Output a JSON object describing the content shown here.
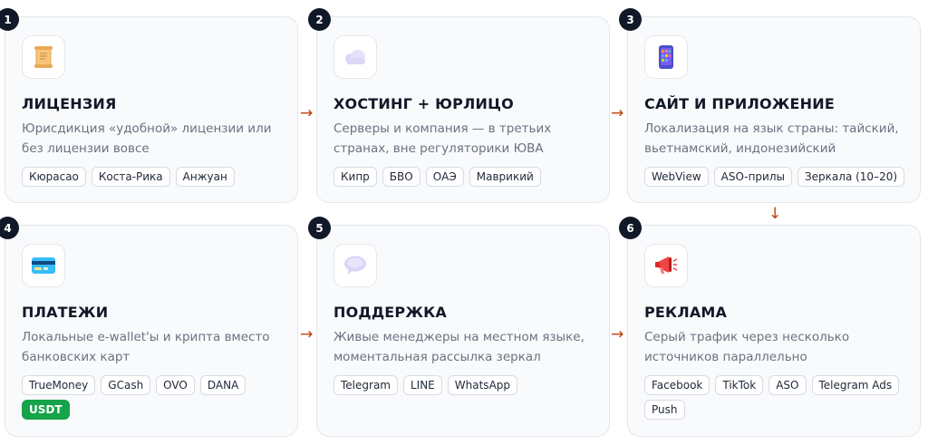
{
  "steps": [
    {
      "number": "1",
      "title": "ЛИЦЕНЗИЯ",
      "description": "Юрисдикция «удобной» лицензии или без лицензии вовсе",
      "icon": "scroll-icon",
      "tags": [
        {
          "label": "Кюрасао"
        },
        {
          "label": "Коста-Рика"
        },
        {
          "label": "Анжуан"
        }
      ]
    },
    {
      "number": "2",
      "title": "ХОСТИНГ + ЮРЛИЦО",
      "description": "Серверы и компания — в третьих странах, вне регуляторики ЮВА",
      "icon": "cloud-icon",
      "tags": [
        {
          "label": "Кипр"
        },
        {
          "label": "БВО"
        },
        {
          "label": "ОАЭ"
        },
        {
          "label": "Маврикий"
        }
      ]
    },
    {
      "number": "3",
      "title": "САЙТ И ПРИЛОЖЕНИЕ",
      "description": "Локализация на язык страны: тайский, вьетнамский, индонезийский",
      "icon": "smartphone-icon",
      "tags": [
        {
          "label": "WebView"
        },
        {
          "label": "ASO-прилы"
        },
        {
          "label": "Зеркала (10–20)"
        }
      ]
    },
    {
      "number": "4",
      "title": "ПЛАТЕЖИ",
      "description": "Локальные e-wallet'ы и крипта вместо банковских карт",
      "icon": "credit-card-icon",
      "tags": [
        {
          "label": "TrueMoney"
        },
        {
          "label": "GCash"
        },
        {
          "label": "OVO"
        },
        {
          "label": "DANA"
        },
        {
          "label": "USDT",
          "highlight": true
        }
      ]
    },
    {
      "number": "5",
      "title": "ПОДДЕРЖКА",
      "description": "Живые менеджеры на местном языке, моментальная рассылка зеркал",
      "icon": "speech-bubble-icon",
      "tags": [
        {
          "label": "Telegram"
        },
        {
          "label": "LINE"
        },
        {
          "label": "WhatsApp"
        }
      ]
    },
    {
      "number": "6",
      "title": "РЕКЛАМА",
      "description": "Серый трафик через несколько источников параллельно",
      "icon": "megaphone-icon",
      "tags": [
        {
          "label": "Facebook"
        },
        {
          "label": "TikTok"
        },
        {
          "label": "ASO"
        },
        {
          "label": "Telegram Ads"
        },
        {
          "label": "Push"
        }
      ]
    }
  ],
  "colors": {
    "arrow": "#c2410c",
    "badge": "#111827",
    "highlight_tag": "#16a34a"
  }
}
